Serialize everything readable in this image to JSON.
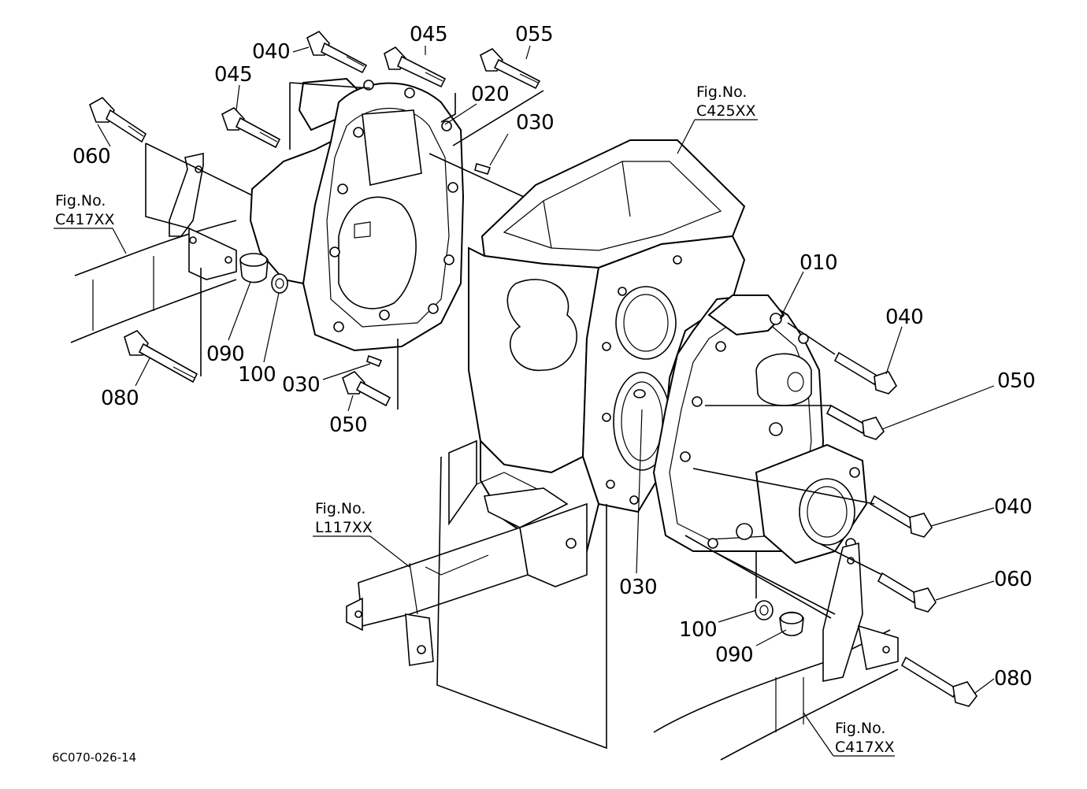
{
  "labels": {
    "l040a": "040",
    "l045a": "045",
    "l055": "055",
    "l045b": "045",
    "l020": "020",
    "l030a": "030",
    "l060a": "060",
    "l090a": "090",
    "l100a": "100",
    "l030b": "030",
    "l080a": "080",
    "l050a": "050",
    "l010": "010",
    "l040b": "040",
    "l050b": "050",
    "l040c": "040",
    "l060b": "060",
    "l030c": "030",
    "l100b": "100",
    "l090b": "090",
    "l080b": "080"
  },
  "figure_refs": {
    "c425": {
      "line1": "Fig.No.",
      "line2": "C425XX"
    },
    "c417_left": {
      "line1": "Fig.No.",
      "line2": "C417XX"
    },
    "l117": {
      "line1": "Fig.No.",
      "line2": "L117XX"
    },
    "c417_right": {
      "line1": "Fig.No.",
      "line2": "C417XX"
    }
  },
  "diagram_code": "6C070-026-14"
}
